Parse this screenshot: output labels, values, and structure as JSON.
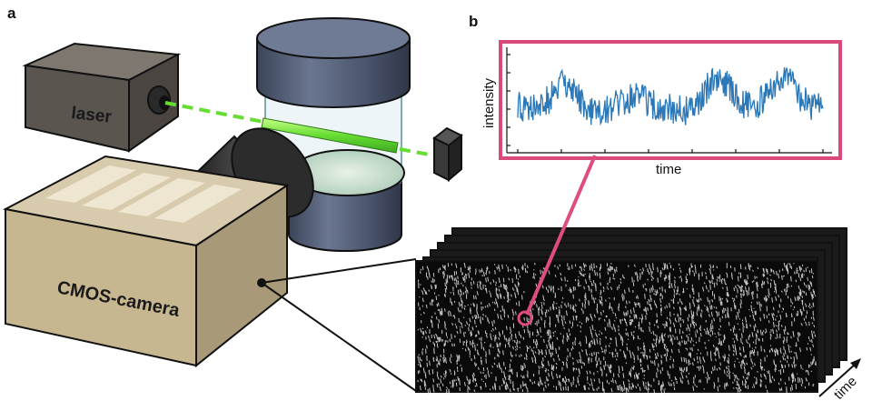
{
  "panels": {
    "a": "a",
    "b": "b"
  },
  "labels": {
    "laser": "laser",
    "camera": "CMOS-camera"
  },
  "plot": {
    "xlabel": "time",
    "ylabel": "intensity"
  },
  "stack": {
    "time_label": "time"
  },
  "colors": {
    "laser_beam": "#66dd33",
    "trace": "#2a78b8",
    "highlight": "#de4d7e",
    "camera_body": "#c8b896",
    "laser_body": "#58534d",
    "cuvette": "#505a72"
  }
}
